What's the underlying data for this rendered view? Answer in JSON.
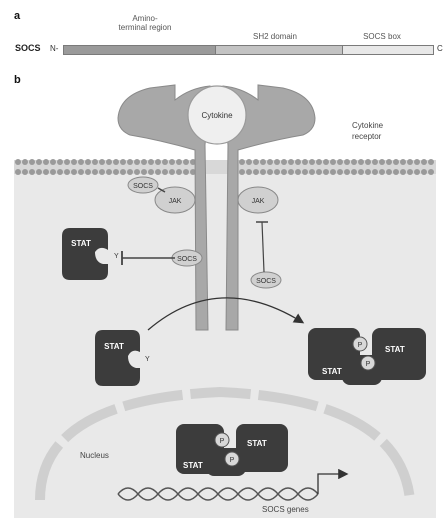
{
  "panel_a": {
    "label": "a",
    "protein": "SOCS",
    "n_term": "N-",
    "c_term": "C",
    "segments": [
      {
        "label": "Amino-\nterminal region",
        "color": "#9a9a9a"
      },
      {
        "label": "SH2 domain",
        "color": "#c3c3c3"
      },
      {
        "label": "SOCS box",
        "color": "#e8e8e8"
      }
    ]
  },
  "panel_b": {
    "label": "b",
    "cytokine": "Cytokine",
    "receptor_label": "Cytokine receptor",
    "jak": "JAK",
    "socs": "SOCS",
    "stat": "STAT",
    "y": "Y",
    "p": "P",
    "nucleus": "Nucleus",
    "genes": "SOCS genes"
  },
  "colors": {
    "cell": "#e9e9e9",
    "membrane": "#b5b5b5",
    "receptor": "#a8a8a8",
    "dark_protein": "#3c3c3c",
    "nucleus_edge": "#cfcfcf"
  }
}
